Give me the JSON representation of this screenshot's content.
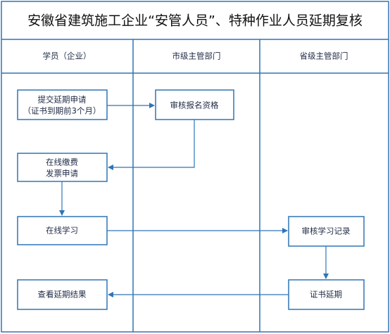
{
  "title": "安徽省建筑施工企业“安管人员”、特种作业人员延期复核",
  "lanes": [
    {
      "label": "学员（企业）"
    },
    {
      "label": "市级主管部门"
    },
    {
      "label": "省级主管部门"
    }
  ],
  "steps": {
    "apply": {
      "line1": "提交延期申请",
      "line2": "（证书到期前3个月）"
    },
    "review_eligibility": {
      "line1": "审核报名资格"
    },
    "pay_invoice": {
      "line1": "在线缴费",
      "line2": "发票申请"
    },
    "online_study": {
      "line1": "在线学习"
    },
    "review_study_record": {
      "line1": "审核学习记录"
    },
    "certificate_extension": {
      "line1": "证书延期"
    },
    "view_result": {
      "line1": "查看延期结果"
    }
  },
  "colors": {
    "border": "#2e75b6",
    "arrow": "#2e75b6",
    "text": "#1f2a44"
  }
}
